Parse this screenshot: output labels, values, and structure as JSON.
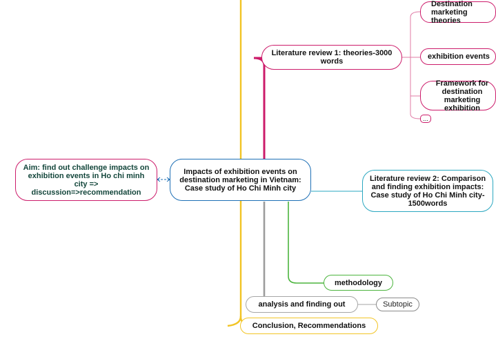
{
  "central_topic": "Impacts of exhibition events on destination marketing in Vietnam: Case study of Ho Chi Minh city",
  "aim": "Aim: find out challenge impacts on exhibition events in Ho chi minh city => discussion=>recommendation",
  "branches": {
    "lit_review_1": "Literature review 1: theories-3000 words",
    "lit_review_2": "Literature review 2: Comparison and finding exhibition impacts: Case study of Ho Chi Minh city-1500words",
    "methodology": "methodology",
    "analysis": "analysis and finding out",
    "subtopic": "Subtopic",
    "conclusion": "Conclusion, Recommendations"
  },
  "subtopics_lit1": {
    "destination": "Destination marketing theories",
    "exhibition": "exhibition events",
    "framework": "Framework for destination marketing exhibition",
    "collapsed": "..."
  },
  "colors": {
    "central": "#1d6fb5",
    "aim": "#cc1b6a",
    "lit_review_1": "#cc1b6a",
    "lit_review_2": "#2aa7c0",
    "methodology": "#4bb43d",
    "analysis": "#a6a6a6",
    "conclusion": "#f2c424"
  }
}
